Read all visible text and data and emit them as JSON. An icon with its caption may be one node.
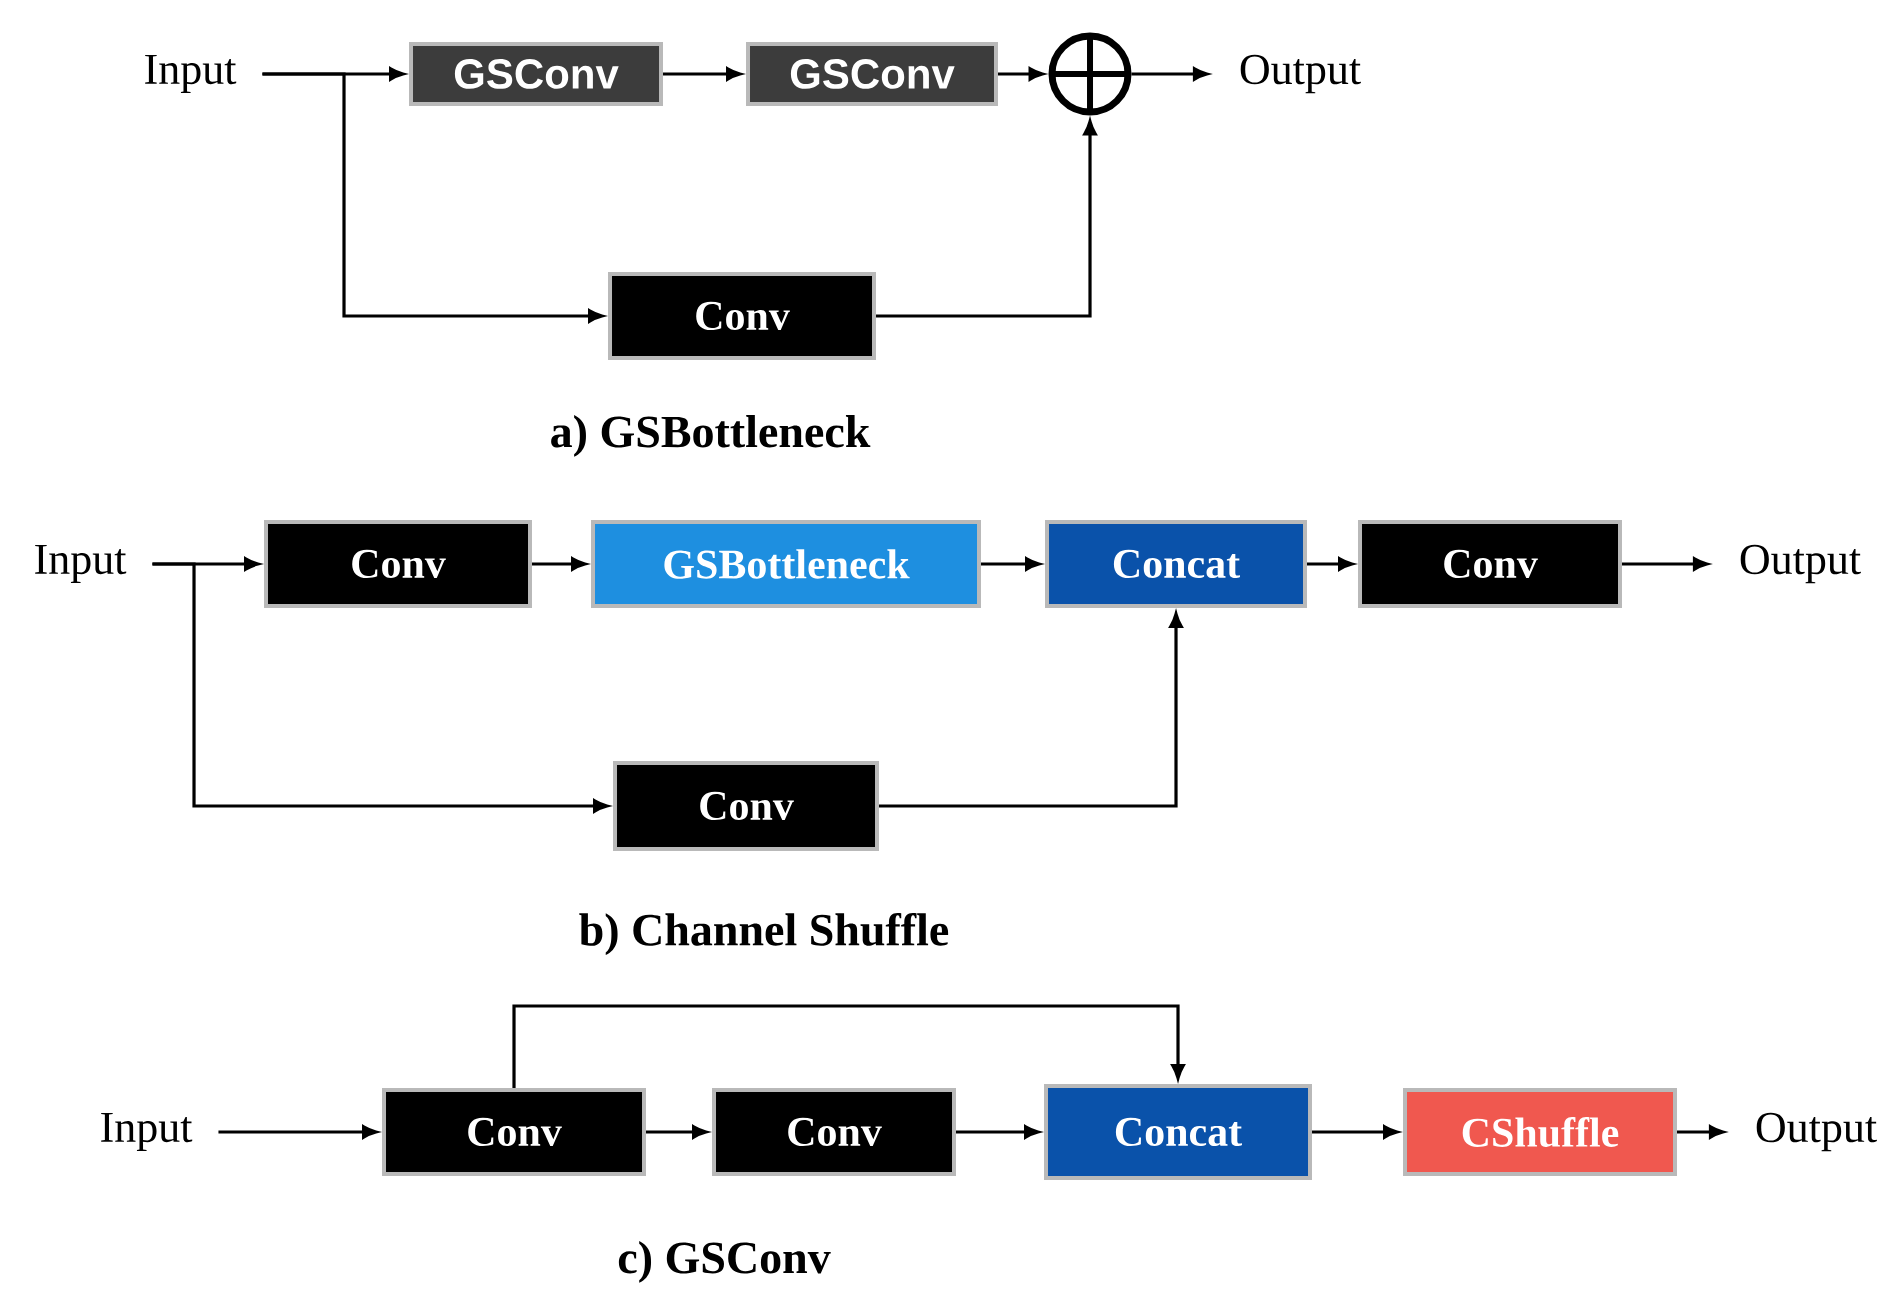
{
  "diagram": {
    "nodes": [
      {
        "text": [
          "Input"
        ]
      },
      {
        "text": [
          "GSConv"
        ]
      },
      {
        "text": [
          "GSConv"
        ]
      },
      {
        "text": [],
        "shape": "circle"
      },
      {
        "text": [
          "Output"
        ]
      },
      {
        "text": [
          "Conv"
        ]
      },
      {
        "text": [
          "Input"
        ]
      },
      {
        "text": [
          "Conv"
        ]
      },
      {
        "text": [
          "GSBottleneck"
        ]
      },
      {
        "text": [
          "Concat"
        ]
      },
      {
        "text": [
          "Conv"
        ]
      },
      {
        "text": [
          "Output"
        ]
      },
      {
        "text": [
          "Conv"
        ]
      },
      {
        "text": [
          "Input"
        ]
      },
      {
        "text": [
          "Conv"
        ]
      },
      {
        "text": [
          "Conv"
        ]
      },
      {
        "text": [
          "Concat"
        ]
      },
      {
        "text": [
          "CShuffle"
        ]
      },
      {
        "text": [
          "Output"
        ]
      }
    ],
    "edges": [
      {
        "from": 0,
        "to": 1,
        "arrow": "to"
      },
      {
        "from": 0,
        "to": 5,
        "arrow": "to"
      },
      {
        "from": 1,
        "to": 2,
        "arrow": "to"
      },
      {
        "from": 2,
        "to": 3,
        "arrow": "to"
      },
      {
        "from": 3,
        "to": 4,
        "arrow": "to"
      },
      {
        "from": 5,
        "to": 3,
        "arrow": "to"
      },
      {
        "from": 6,
        "to": 7,
        "arrow": "to"
      },
      {
        "from": 6,
        "to": 12,
        "arrow": "to"
      },
      {
        "from": 7,
        "to": 8,
        "arrow": "to"
      },
      {
        "from": 8,
        "to": 9,
        "arrow": "to"
      },
      {
        "from": 9,
        "to": 10,
        "arrow": "to"
      },
      {
        "from": 10,
        "to": 11,
        "arrow": "to"
      },
      {
        "from": 12,
        "to": 9,
        "arrow": "to"
      },
      {
        "from": 13,
        "to": 14,
        "arrow": "to"
      },
      {
        "from": 14,
        "to": 15,
        "arrow": "to"
      },
      {
        "from": 15,
        "to": 16,
        "arrow": "to"
      },
      {
        "from": 14,
        "to": 16,
        "arrow": "to"
      },
      {
        "from": 16,
        "to": 17,
        "arrow": "to"
      },
      {
        "from": 17,
        "to": 18,
        "arrow": "to"
      }
    ],
    "labels": [
      "a) GSBottleneck",
      "b) Channel Shuffle",
      "c) GSConv"
    ]
  }
}
